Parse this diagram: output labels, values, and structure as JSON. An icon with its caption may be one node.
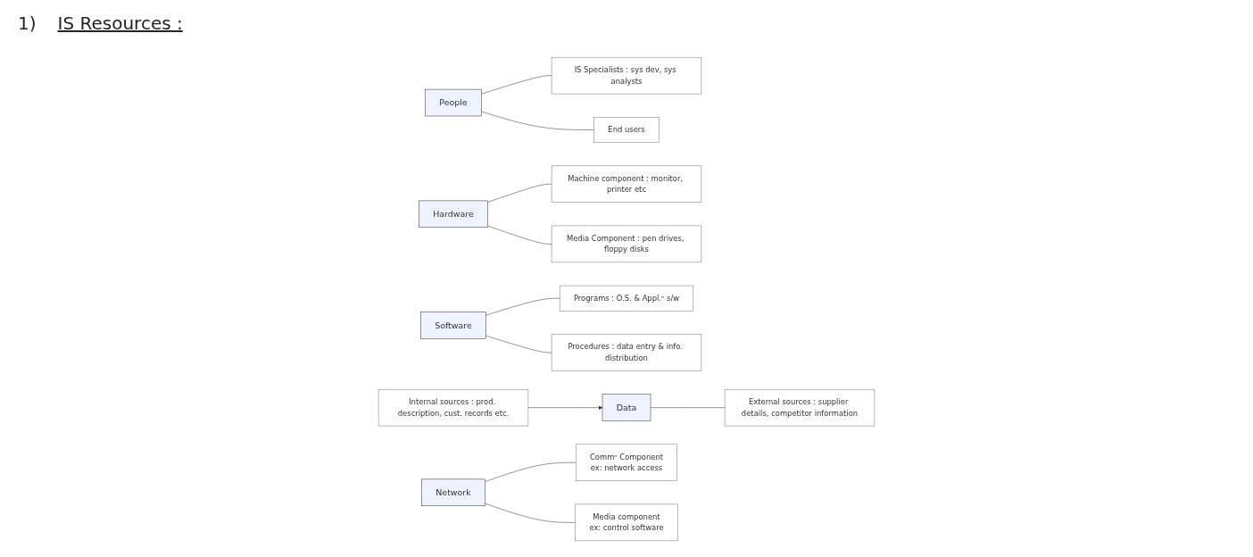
{
  "diagram": {
    "title": "IS Resources :",
    "nodes": [
      {
        "text": [
          "People"
        ]
      },
      {
        "text": [
          "IS Specialists : sys dev, sys analysts"
        ]
      },
      {
        "text": [
          "End users"
        ]
      },
      {
        "text": [
          "Hardware"
        ]
      },
      {
        "text": [
          "Machine component : monitor, printer etc"
        ]
      },
      {
        "text": [
          "Media Component : pen drives, floppy disks"
        ]
      },
      {
        "text": [
          "Software"
        ]
      },
      {
        "text": [
          "Programs : O.S. & Appl.ⁿ s/w"
        ]
      },
      {
        "text": [
          "Procedures : data entry & info. distribution"
        ]
      },
      {
        "text": [
          "Data"
        ]
      },
      {
        "text": [
          "Internal sources : prod. description, cust. records etc."
        ]
      },
      {
        "text": [
          "Network"
        ]
      },
      {
        "text": [
          "Commⁿ Component",
          "ex: network access"
        ]
      },
      {
        "text": [
          "Media component",
          "ex: control software"
        ]
      },
      {
        "text": [
          "External sources : supplier details, competitor information"
        ]
      }
    ],
    "edges": [
      {
        "from": 0,
        "to": 1,
        "arrow": "none"
      },
      {
        "from": 0,
        "to": 2,
        "arrow": "none"
      },
      {
        "from": 3,
        "to": 4,
        "arrow": "none"
      },
      {
        "from": 3,
        "to": 5,
        "arrow": "none"
      },
      {
        "from": 6,
        "to": 7,
        "arrow": "none"
      },
      {
        "from": 6,
        "to": 8,
        "arrow": "none"
      },
      {
        "from": 10,
        "to": 9,
        "arrow": "to"
      },
      {
        "from": 9,
        "to": 14,
        "arrow": "none"
      },
      {
        "from": 11,
        "to": 12,
        "arrow": "none"
      },
      {
        "from": 11,
        "to": 13,
        "arrow": "none"
      }
    ],
    "labels": [
      "1)"
    ]
  }
}
